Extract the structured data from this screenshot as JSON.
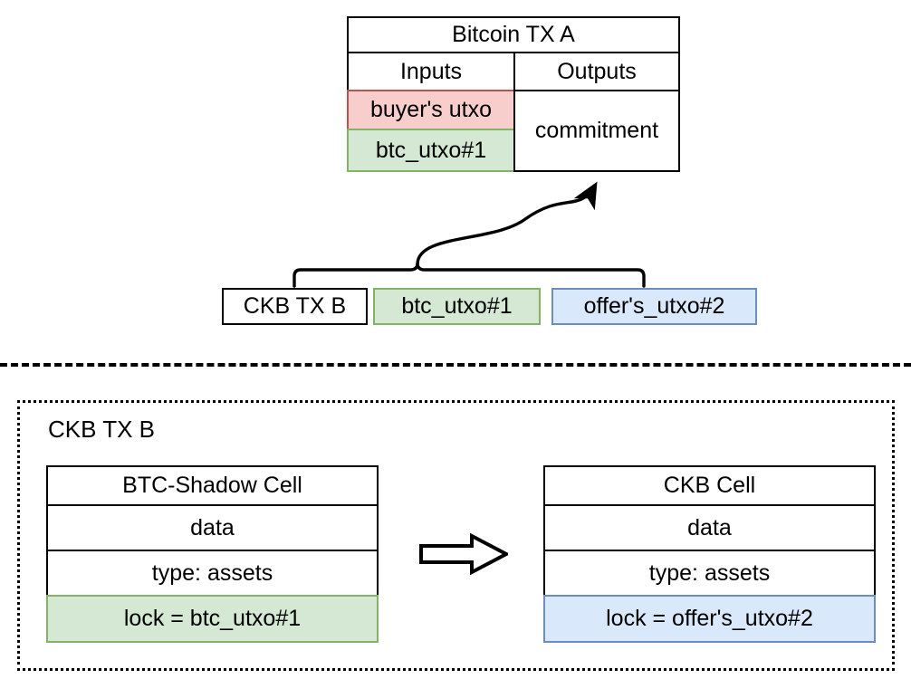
{
  "diagram": {
    "title_not_shown": "",
    "colors": {
      "red_fill": "#f8cecc",
      "red_stroke": "#b85450",
      "green_fill": "#d5e8d4",
      "green_stroke": "#82b366",
      "blue_fill": "#dae8fc",
      "blue_stroke": "#6c8ebf",
      "stroke": "#000000",
      "background": "#ffffff"
    }
  },
  "bitcoin_tx": {
    "title": "Bitcoin TX A",
    "inputs_header": "Inputs",
    "outputs_header": "Outputs",
    "inputs": [
      {
        "label": "buyer's utxo",
        "highlight": "red"
      },
      {
        "label": "btc_utxo#1",
        "highlight": "green"
      }
    ],
    "outputs": [
      {
        "label": "commitment",
        "highlight": "none"
      }
    ]
  },
  "middle_row": {
    "tx_label": "CKB TX B",
    "items": [
      {
        "label": "btc_utxo#1",
        "highlight": "green"
      },
      {
        "label": "offer's_utxo#2",
        "highlight": "blue"
      }
    ]
  },
  "ckb_tx_section": {
    "label": "CKB TX B",
    "arrow": "right-block-arrow",
    "cells": [
      {
        "title": "BTC-Shadow Cell",
        "rows": [
          {
            "label": "data",
            "highlight": "none"
          },
          {
            "label": "type: assets",
            "highlight": "none"
          },
          {
            "label": "lock = btc_utxo#1",
            "highlight": "green"
          }
        ]
      },
      {
        "title": "CKB Cell",
        "rows": [
          {
            "label": "data",
            "highlight": "none"
          },
          {
            "label": "type: assets",
            "highlight": "none"
          },
          {
            "label": "lock = offer's_utxo#2",
            "highlight": "blue"
          }
        ]
      }
    ]
  }
}
